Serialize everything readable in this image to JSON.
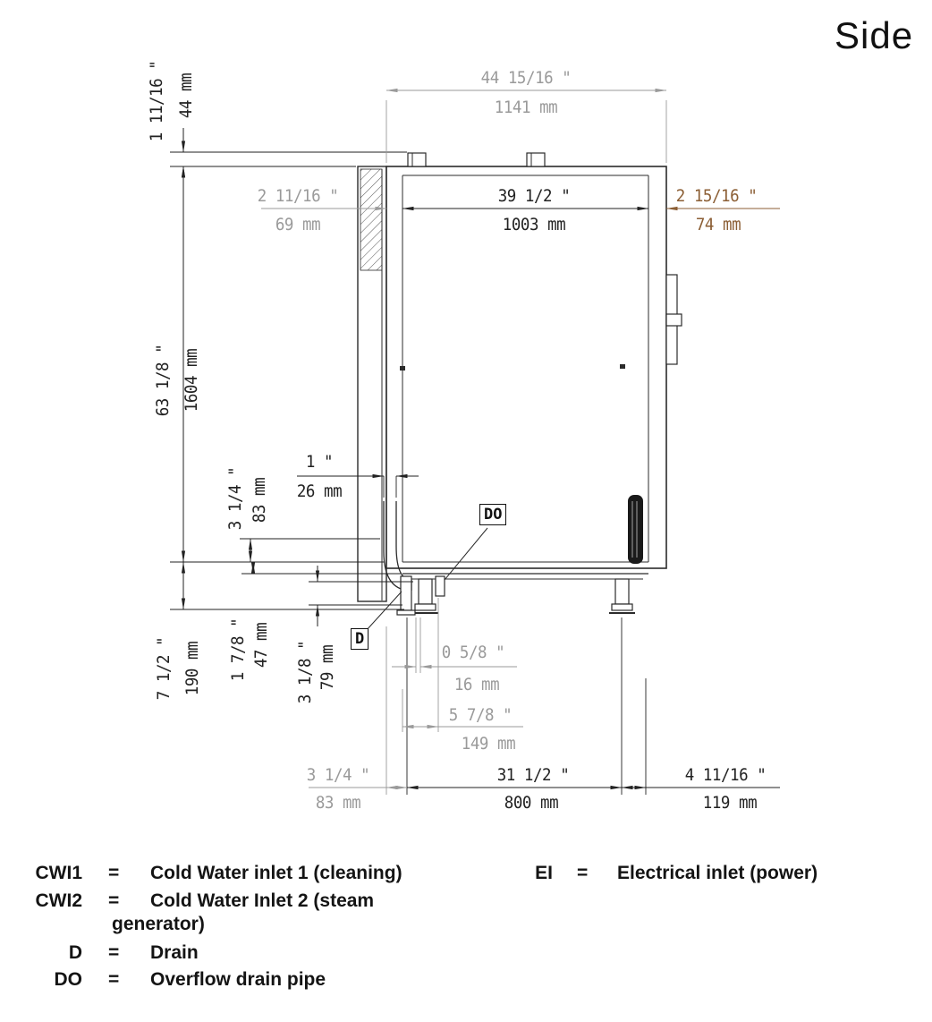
{
  "title": "Side",
  "dims": {
    "top_flange_height": {
      "in": "1 11/16 \"",
      "mm": "44 mm"
    },
    "depth_overall": {
      "in": "44 15/16 \"",
      "mm": "1141 mm"
    },
    "door_offset": {
      "in": "2 11/16 \"",
      "mm": "69 mm"
    },
    "chamber_depth": {
      "in": "39 1/2 \"",
      "mm": "1003 mm"
    },
    "rear_offset": {
      "in": "2 15/16 \"",
      "mm": "74 mm"
    },
    "height_overall": {
      "in": "63 1/8 \"",
      "mm": "1604 mm"
    },
    "pipe_diameter": {
      "in": "1 \"",
      "mm": "26 mm"
    },
    "drain_height_upper": {
      "in": "3 1/4 \"",
      "mm": "83 mm"
    },
    "base_height": {
      "in": "7 1/2 \"",
      "mm": "190 mm"
    },
    "drain_gap": {
      "in": "1 7/8 \"",
      "mm": "47 mm"
    },
    "drain_height_lower": {
      "in": "3 1/8 \"",
      "mm": "79 mm"
    },
    "overflow_offset": {
      "in": "0 5/8 \"",
      "mm": "16 mm"
    },
    "overflow_depth": {
      "in": "5 7/8 \"",
      "mm": "149 mm"
    },
    "foot_front_offset": {
      "in": "3 1/4 \"",
      "mm": "83 mm"
    },
    "foot_spacing": {
      "in": "31 1/2 \"",
      "mm": "800 mm"
    },
    "foot_rear_offset": {
      "in": "4 11/16 \"",
      "mm": "119 mm"
    }
  },
  "labels": {
    "drain": "D",
    "overflow": "DO"
  },
  "legend": [
    {
      "abbr": "CWI1",
      "eq": "=",
      "desc": "Cold Water inlet 1 (cleaning)"
    },
    {
      "abbr": "CWI2",
      "eq": "=",
      "desc": "Cold Water Inlet 2 (steam\ngenerator)"
    },
    {
      "abbr": "D",
      "eq": "=",
      "desc": "Drain"
    },
    {
      "abbr": "DO",
      "eq": "=",
      "desc": "Overflow drain pipe"
    },
    {
      "abbr": "EI",
      "eq": "=",
      "desc": "Electrical inlet (power)"
    }
  ],
  "colors": {
    "dim_primary": "#222222",
    "dim_secondary": "#9a9a9a",
    "dim_accent": "#8b5e34"
  }
}
